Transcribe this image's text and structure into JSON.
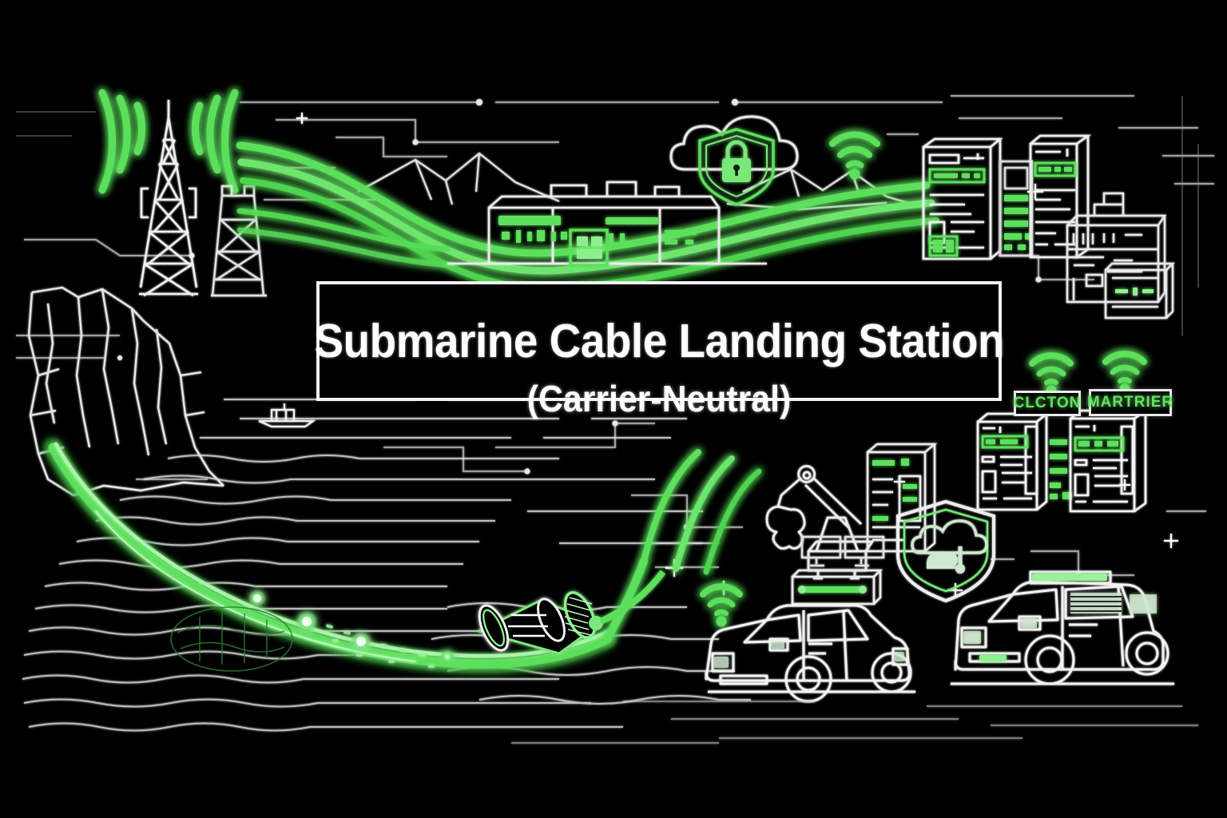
{
  "meta": {
    "kind": "technical-illustration",
    "background_color": "#000000",
    "line_color": "#ffffff",
    "accent_color": "#5ce05c",
    "accent_color_bright": "#8df08d"
  },
  "banner": {
    "title": "Submarine Cable Landing Station",
    "subtitle": "(Carrier-Neutral)",
    "border_color": "#f2f2f2",
    "text_color": "#ffffff"
  },
  "labels": {
    "rack_tag_left": "CLCTON",
    "rack_tag_right": "MARTRIER"
  },
  "scene": {
    "regions": [
      {
        "name": "radio-towers",
        "description": "Two lattice radio masts with green broadcast arcs"
      },
      {
        "name": "coastal-cliff",
        "description": "Line-art sea cliff and shoreline at left"
      },
      {
        "name": "ocean",
        "description": "Horizontal wave lines filling lower-left"
      },
      {
        "name": "landing-facility",
        "description": "Low-rise station building with green-lit windows"
      },
      {
        "name": "mountains",
        "description": "Outlined ridgeline behind the facility"
      },
      {
        "name": "server-halls",
        "description": "Racks and cabinets along the right edge"
      },
      {
        "name": "service-yard",
        "description": "Two service vehicles and a crane at bottom right"
      }
    ],
    "icons": [
      {
        "name": "cloud-lock-icon",
        "label": "secure cloud",
        "color": "#5ce05c"
      },
      {
        "name": "shield-cloud-icon",
        "label": "protected cloud",
        "color": "#cfe8cf"
      },
      {
        "name": "wifi-icon-top",
        "label": "wireless uplink",
        "color": "#5ce05c"
      },
      {
        "name": "wifi-icon-rack-left",
        "label": "wireless",
        "color": "#5ce05c"
      },
      {
        "name": "wifi-icon-rack-right",
        "label": "wireless",
        "color": "#5ce05c"
      },
      {
        "name": "wifi-icon-yard",
        "label": "wireless",
        "color": "#5ce05c"
      },
      {
        "name": "fiber-cable-cross-section",
        "label": "armoured submarine cable end",
        "color": "#5ce05c"
      },
      {
        "name": "crane-icon",
        "label": "cable handling crane",
        "color": "#ffffff"
      },
      {
        "name": "boat-icon",
        "label": "survey boat",
        "color": "#ffffff"
      }
    ],
    "flows": [
      {
        "name": "backhaul-stream",
        "description": "Triple green data ribbon from tower to data halls"
      },
      {
        "name": "submarine-cable",
        "description": "Glowing green cable arc rising from the seabed"
      }
    ]
  }
}
